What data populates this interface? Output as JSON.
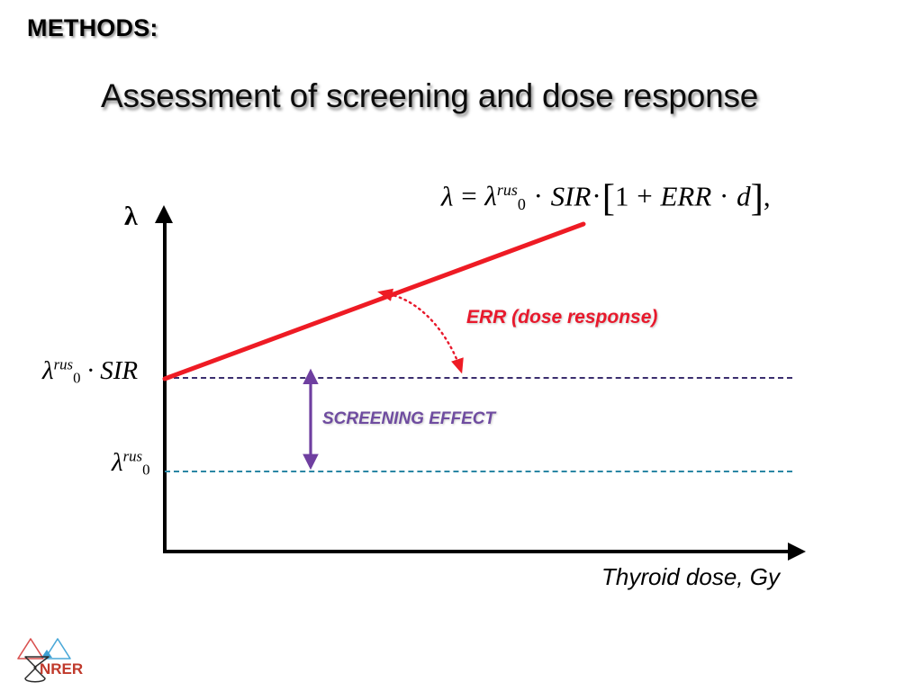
{
  "slide": {
    "section_label": "METHODS:",
    "title": "Assessment of screening and dose response"
  },
  "equation": {
    "lhs": "λ",
    "equals": "=",
    "lambda_base": "λ",
    "lambda_sup": "rus",
    "lambda_sub": "0",
    "dot1": "·",
    "sir": "SIR",
    "dot2": "·",
    "bracket_open": "[",
    "one": "1",
    "plus": "+",
    "err": "ERR",
    "dot3": "·",
    "d": "d",
    "bracket_close": "]",
    "comma": ",",
    "full_text": "λ = λ₀ʳᵘˢ · SIR·[1 + ERR · d],"
  },
  "chart_data": {
    "type": "line",
    "title": "Assessment of screening and dose response",
    "xlabel": "Thyroid dose, Gy",
    "ylabel": "λ",
    "grid": false,
    "legend": "none",
    "series": [
      {
        "name": "λ = λ₀ʳᵘˢ · SIR·[1 + ERR · d]",
        "type": "line",
        "color": "#ee1b24",
        "x": [
          0,
          1
        ],
        "y_description": "linear increase from baseline intercept with positive slope (ERR)",
        "intercept_label": "λ₀ʳᵘˢ · SIR",
        "slope_label": "ERR (dose response)"
      }
    ],
    "reference_lines": [
      {
        "name": "screened baseline",
        "label": "λ₀ʳᵘˢ · SIR",
        "style": "dashed",
        "color": "#3b2e6e",
        "level": "upper"
      },
      {
        "name": "unscreened baseline",
        "label": "λ₀ʳᵘˢ",
        "style": "dashed",
        "color": "#2a86a4",
        "level": "lower"
      }
    ],
    "annotations": [
      {
        "name": "err-dose-response",
        "text": "ERR (dose response)",
        "color": "#e8192c",
        "arrow": "dotted curved double-headed, from red line down to screened baseline"
      },
      {
        "name": "screening-effect",
        "text": "SCREENING EFFECT",
        "color": "#6f4ca0",
        "arrow": "vertical double-headed between the two baselines"
      }
    ]
  },
  "axes": {
    "y_symbol": "λ",
    "x_label": "Thyroid dose, Gy",
    "y_tick_upper": {
      "lambda": "λ",
      "sup": "rus",
      "sub": "0",
      "dot": "·",
      "sir": "SIR"
    },
    "y_tick_lower": {
      "lambda": "λ",
      "sup": "rus",
      "sub": "0"
    }
  },
  "annotations": {
    "err_text": "ERR (dose response)",
    "screening_text": "SCREENING EFFECT"
  },
  "logo": {
    "name": "NRER",
    "text": "NRER",
    "accent_red": "#d94a52",
    "accent_blue": "#4aa8d8",
    "text_color": "#c0392b"
  },
  "colors": {
    "dose_line": "#ee1b24",
    "err_annotation": "#e8192c",
    "screening_annotation": "#6f4ca0",
    "dash_upper": "#3b2e6e",
    "dash_lower": "#2a86a4",
    "axis": "#000000",
    "background": "#ffffff"
  }
}
